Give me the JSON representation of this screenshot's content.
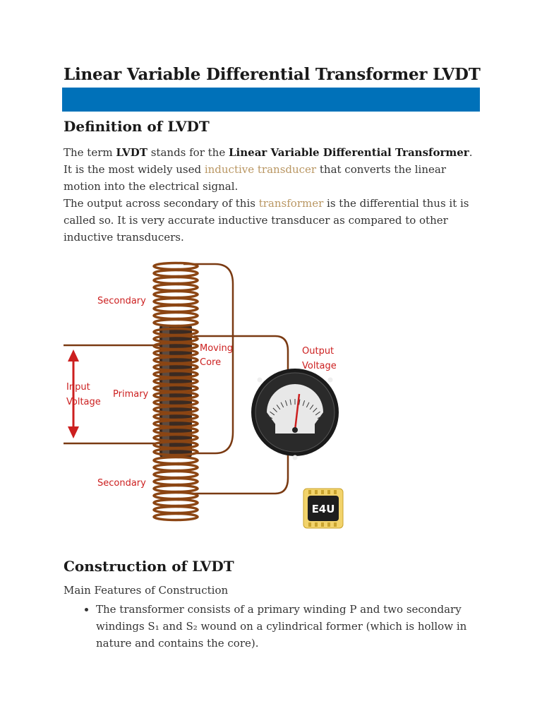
{
  "page_title": "Linear Variable Differential Transformer LVDT",
  "colors": {
    "banner": "#0071b9",
    "link": "#b99662",
    "coil": "#8b4513",
    "label_red": "#cc1f1f"
  },
  "definition": {
    "heading": "Definition of LVDT",
    "p1_pre": "The term ",
    "p1_lvdt": "LVDT",
    "p1_mid": " stands for the ",
    "p1_full": "Linear Variable Differential Transformer",
    "p1_post1": ". It is the most widely used ",
    "p1_link": "inductive transducer",
    "p1_post2": " that converts the linear motion into the electrical signal.",
    "p2_pre": "The output across secondary of this ",
    "p2_link": "transformer",
    "p2_post": " is the differential thus it is called so. It is very accurate inductive transducer as compared to other inductive transducers."
  },
  "figure": {
    "label_secondary_top": "Secondary",
    "label_moving": "Moving",
    "label_core": "Core",
    "label_input": "Input",
    "label_voltage": "Voltage",
    "label_primary": "Primary",
    "label_output": "Output",
    "label_output_voltage": "Voltage",
    "label_secondary_bottom": "Secondary",
    "logo": "E4U"
  },
  "construction": {
    "heading": "Construction of LVDT",
    "subheading": "Main Features of Construction",
    "bullets": [
      "The transformer consists of a primary winding P and two secondary windings S₁ and S₂ wound on a cylindrical former (which is hollow in nature and contains the core)."
    ]
  }
}
